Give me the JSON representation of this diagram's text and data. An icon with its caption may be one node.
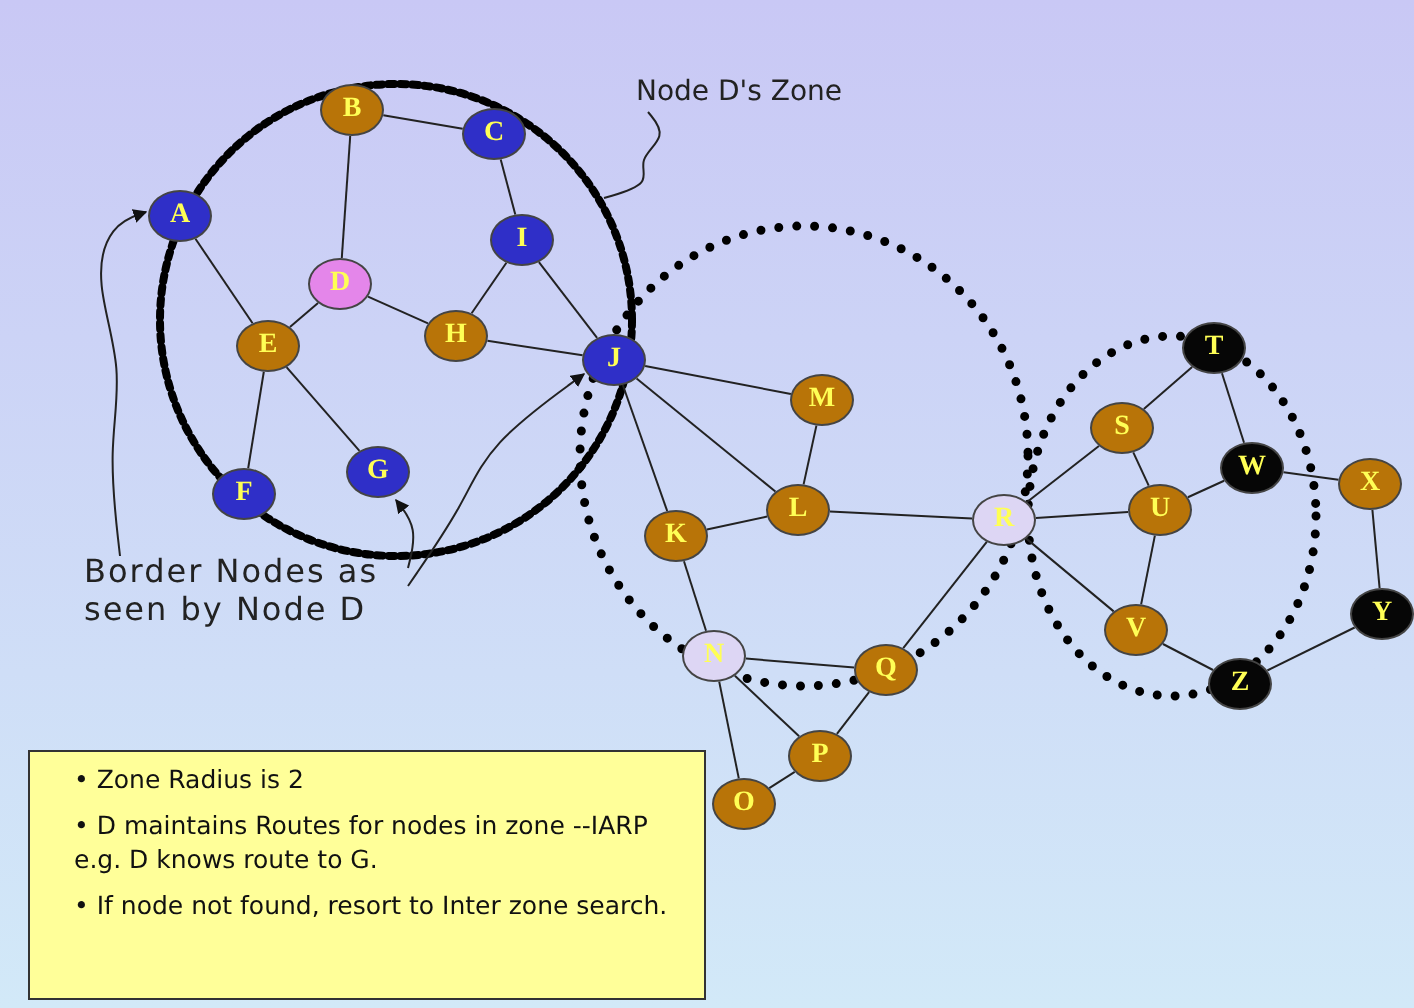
{
  "diagram": {
    "nodes": [
      {
        "text": [
          "A"
        ]
      },
      {
        "text": [
          "B"
        ]
      },
      {
        "text": [
          "C"
        ]
      },
      {
        "text": [
          "D"
        ]
      },
      {
        "text": [
          "E"
        ]
      },
      {
        "text": [
          "F"
        ]
      },
      {
        "text": [
          "G"
        ]
      },
      {
        "text": [
          "H"
        ]
      },
      {
        "text": [
          "I"
        ]
      },
      {
        "text": [
          "J"
        ]
      },
      {
        "text": [
          "K"
        ]
      },
      {
        "text": [
          "L"
        ]
      },
      {
        "text": [
          "M"
        ]
      },
      {
        "text": [
          "N"
        ]
      },
      {
        "text": [
          "O"
        ]
      },
      {
        "text": [
          "P"
        ]
      },
      {
        "text": [
          "Q"
        ]
      },
      {
        "text": [
          "R"
        ]
      },
      {
        "text": [
          "S"
        ]
      },
      {
        "text": [
          "T"
        ]
      },
      {
        "text": [
          "U"
        ]
      },
      {
        "text": [
          "V"
        ]
      },
      {
        "text": [
          "W"
        ]
      },
      {
        "text": [
          "X"
        ]
      },
      {
        "text": [
          "Y"
        ]
      },
      {
        "text": [
          "Z"
        ]
      },
      {
        "text": [
          "Node D's Zone"
        ]
      },
      {
        "text": [
          "Border Nodes as seen by Node D"
        ]
      },
      {
        "text": [
          "• Zone Radius is 2",
          "• D maintains Routes for nodes in zone --IARP  e.g. D knows route to G.",
          "• If node not found, resort to Inter zone search."
        ]
      }
    ],
    "edges": [
      {
        "from": 0,
        "to": 4,
        "arrow": "none"
      },
      {
        "from": 1,
        "to": 2,
        "arrow": "none"
      },
      {
        "from": 1,
        "to": 3,
        "arrow": "none"
      },
      {
        "from": 2,
        "to": 8,
        "arrow": "none"
      },
      {
        "from": 8,
        "to": 7,
        "arrow": "none"
      },
      {
        "from": 3,
        "to": 7,
        "arrow": "none"
      },
      {
        "from": 3,
        "to": 4,
        "arrow": "none"
      },
      {
        "from": 4,
        "to": 5,
        "arrow": "none"
      },
      {
        "from": 4,
        "to": 6,
        "arrow": "none"
      },
      {
        "from": 7,
        "to": 9,
        "arrow": "none"
      },
      {
        "from": 8,
        "to": 9,
        "arrow": "none"
      },
      {
        "from": 9,
        "to": 12,
        "arrow": "none"
      },
      {
        "from": 9,
        "to": 11,
        "arrow": "none"
      },
      {
        "from": 9,
        "to": 10,
        "arrow": "none"
      },
      {
        "from": 12,
        "to": 11,
        "arrow": "none"
      },
      {
        "from": 10,
        "to": 11,
        "arrow": "none"
      },
      {
        "from": 11,
        "to": 17,
        "arrow": "none"
      },
      {
        "from": 10,
        "to": 13,
        "arrow": "none"
      },
      {
        "from": 13,
        "to": 16,
        "arrow": "none"
      },
      {
        "from": 13,
        "to": 15,
        "arrow": "none"
      },
      {
        "from": 13,
        "to": 14,
        "arrow": "none"
      },
      {
        "from": 14,
        "to": 15,
        "arrow": "none"
      },
      {
        "from": 15,
        "to": 16,
        "arrow": "none"
      },
      {
        "from": 16,
        "to": 17,
        "arrow": "none"
      },
      {
        "from": 17,
        "to": 18,
        "arrow": "none"
      },
      {
        "from": 17,
        "to": 20,
        "arrow": "none"
      },
      {
        "from": 17,
        "to": 21,
        "arrow": "none"
      },
      {
        "from": 18,
        "to": 19,
        "arrow": "none"
      },
      {
        "from": 18,
        "to": 20,
        "arrow": "none"
      },
      {
        "from": 20,
        "to": 22,
        "arrow": "none"
      },
      {
        "from": 20,
        "to": 21,
        "arrow": "none"
      },
      {
        "from": 19,
        "to": 22,
        "arrow": "none"
      },
      {
        "from": 22,
        "to": 23,
        "arrow": "none"
      },
      {
        "from": 23,
        "to": 24,
        "arrow": "none"
      },
      {
        "from": 24,
        "to": 25,
        "arrow": "none"
      },
      {
        "from": 21,
        "to": 25,
        "arrow": "none"
      },
      {
        "from": 26,
        "to": null,
        "arrow": "none"
      },
      {
        "from": 27,
        "to": 0,
        "arrow": "to"
      },
      {
        "from": 27,
        "to": 9,
        "arrow": "to"
      },
      {
        "from": 27,
        "to": 6,
        "arrow": "to"
      }
    ]
  }
}
